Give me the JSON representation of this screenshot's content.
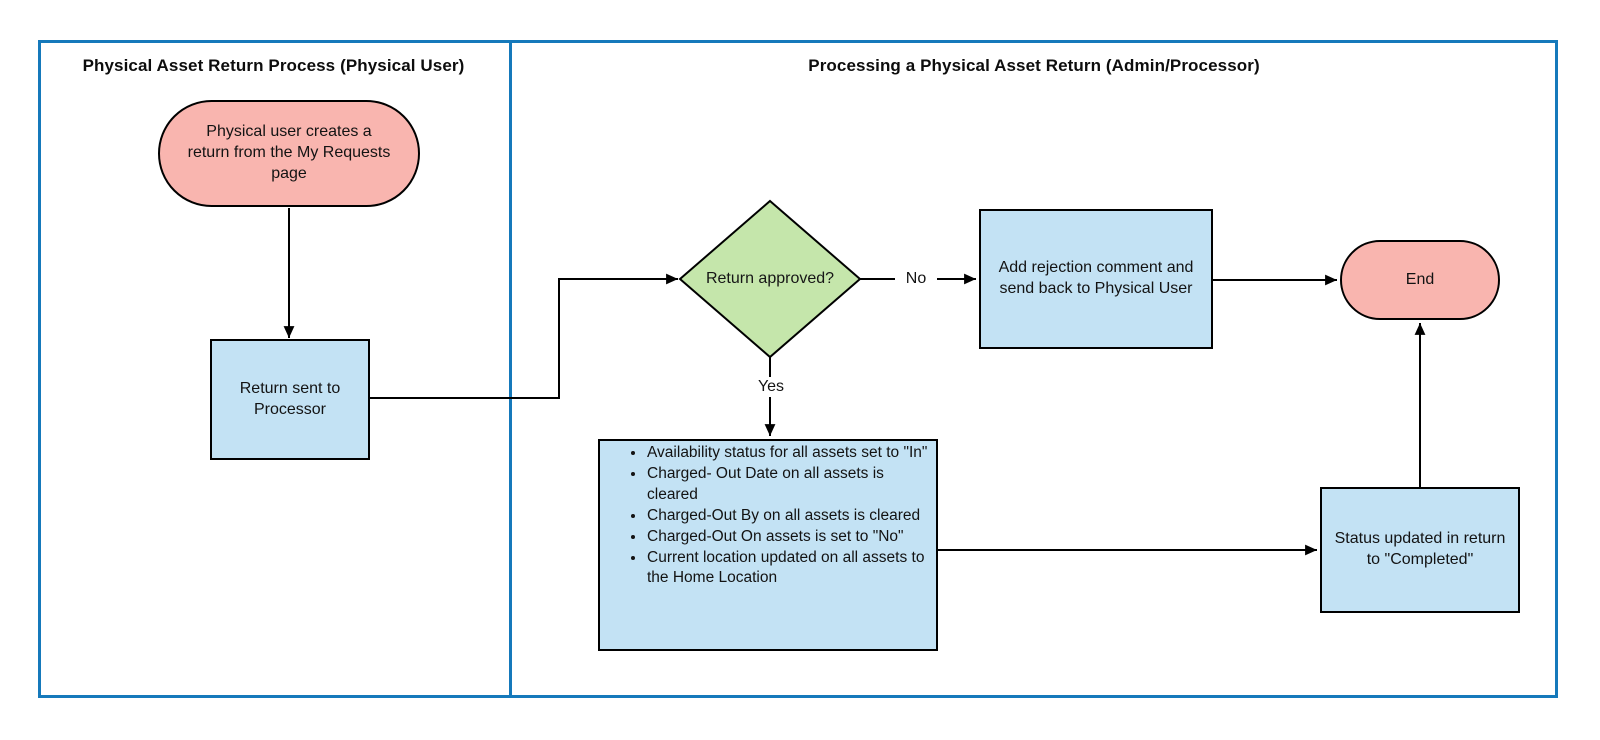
{
  "diagram": {
    "lanes": {
      "left": {
        "title": "Physical Asset Return Process (Physical User)"
      },
      "right": {
        "title": "Processing a Physical Asset Return (Admin/Processor)"
      }
    },
    "nodes": {
      "start": {
        "type": "terminator",
        "label": "Physical user creates a return from the My Requests page"
      },
      "return_sent": {
        "type": "process",
        "label": "Return sent to Processor"
      },
      "decision": {
        "type": "decision",
        "label": "Return approved?"
      },
      "reject": {
        "type": "process",
        "label": "Add rejection comment and send back to Physical User"
      },
      "end": {
        "type": "terminator",
        "label": "End"
      },
      "update_assets": {
        "type": "process-list",
        "items": [
          "Availability status for all assets set to \"In\"",
          "Charged- Out Date on all assets is cleared",
          "Charged-Out By on all assets is cleared",
          "Charged-Out On assets  is set to \"No\"",
          "Current location updated on all assets to the Home Location"
        ]
      },
      "status_updated": {
        "type": "process",
        "label": "Status updated in return to \"Completed\""
      }
    },
    "edge_labels": {
      "no": "No",
      "yes": "Yes"
    },
    "colors": {
      "terminator_fill": "#f9b5af",
      "process_fill": "#c3e2f4",
      "decision_fill": "#c5e6ab",
      "lane_border": "#1579bb",
      "shape_stroke": "#000000"
    }
  }
}
